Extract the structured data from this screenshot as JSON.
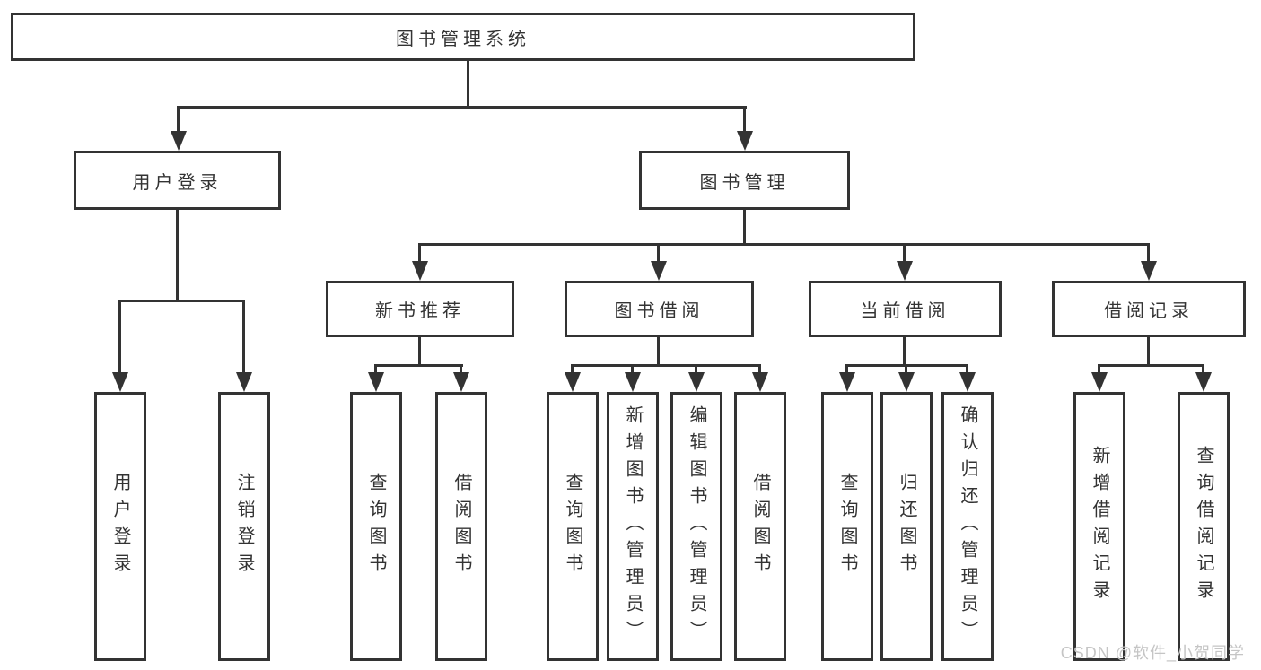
{
  "diagram": {
    "type": "hierarchy-tree",
    "tree": {
      "label": "图书管理系统",
      "children": [
        {
          "label": "用户登录",
          "children": [
            {
              "label": "用户登录"
            },
            {
              "label": "注销登录"
            }
          ]
        },
        {
          "label": "图书管理",
          "children": [
            {
              "label": "新书推荐",
              "children": [
                {
                  "label": "查询图书"
                },
                {
                  "label": "借阅图书"
                }
              ]
            },
            {
              "label": "图书借阅",
              "children": [
                {
                  "label": "查询图书"
                },
                {
                  "label": "新增图书（管理员）"
                },
                {
                  "label": "编辑图书（管理员）"
                },
                {
                  "label": "借阅图书"
                }
              ]
            },
            {
              "label": "当前借阅",
              "children": [
                {
                  "label": "查询图书"
                },
                {
                  "label": "归还图书"
                },
                {
                  "label": "确认归还（管理员）"
                }
              ]
            },
            {
              "label": "借阅记录",
              "children": [
                {
                  "label": "新增借阅记录"
                },
                {
                  "label": "查询借阅记录"
                }
              ]
            }
          ]
        }
      ]
    },
    "watermark": "CSDN @软件_小贺同学",
    "colors": {
      "line": "#333333",
      "text": "#333333",
      "box_background": "#ffffff",
      "page_background": "#ffffff",
      "watermark": "#c5c5c5"
    }
  }
}
